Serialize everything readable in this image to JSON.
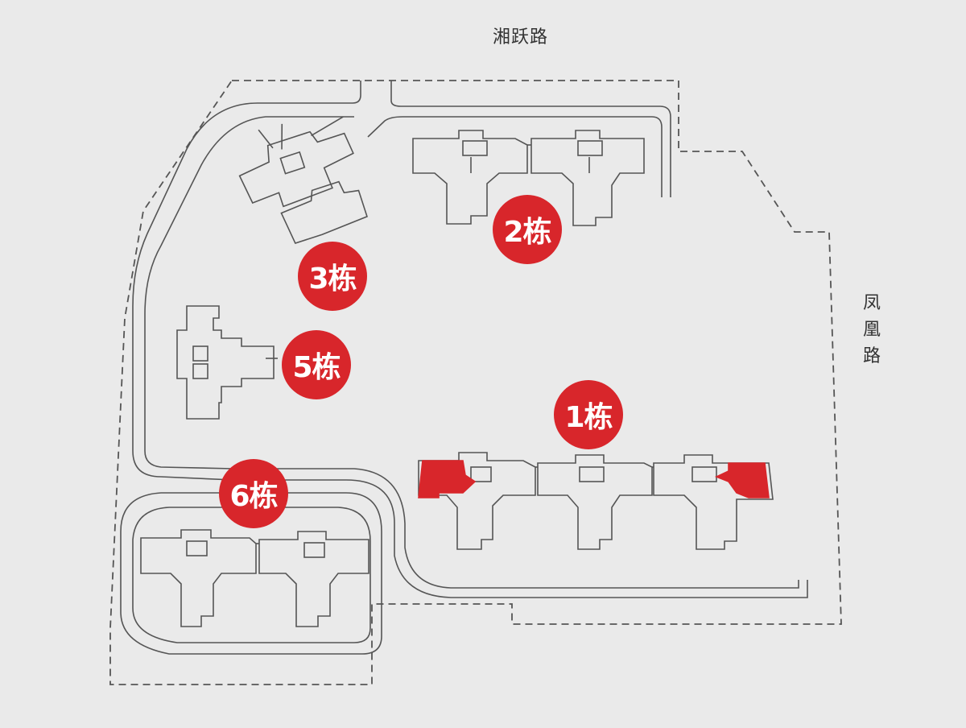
{
  "roads": {
    "top": "湘跃路",
    "right": "凤凰路"
  },
  "buildings": [
    {
      "id": "1",
      "label": "1栋"
    },
    {
      "id": "2",
      "label": "2栋"
    },
    {
      "id": "3",
      "label": "3栋"
    },
    {
      "id": "5",
      "label": "5栋"
    },
    {
      "id": "6",
      "label": "6栋"
    }
  ],
  "colors": {
    "background": "#eaeaea",
    "badge": "#d8262b",
    "highlight_unit": "#d8262b",
    "line": "#555555"
  }
}
